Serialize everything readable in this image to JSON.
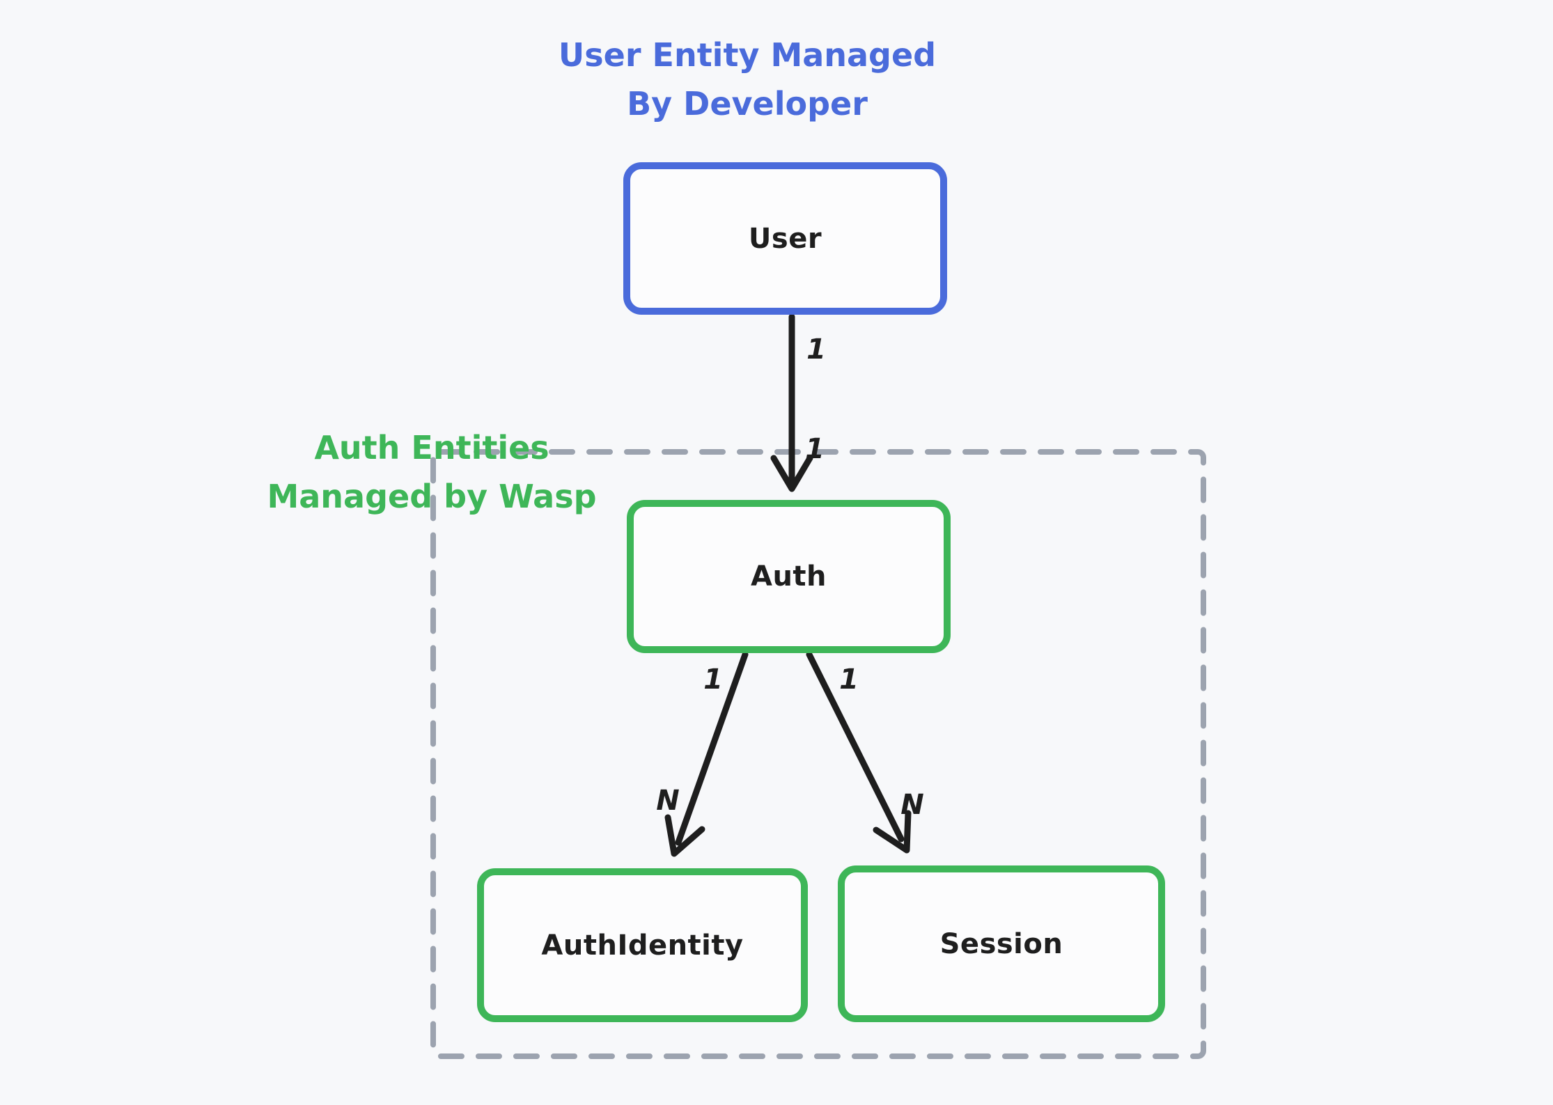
{
  "diagram": {
    "title": {
      "line1": "User Entity Managed",
      "line2": "By Developer"
    },
    "group_label": {
      "line1": "Auth Entities",
      "line2": "Managed by Wasp"
    },
    "nodes": [
      {
        "id": "user",
        "label": "User",
        "border_color": "#4a6bdb"
      },
      {
        "id": "auth",
        "label": "Auth",
        "border_color": "#3eb658"
      },
      {
        "id": "auth-identity",
        "label": "AuthIdentity",
        "border_color": "#3eb658"
      },
      {
        "id": "session",
        "label": "Session",
        "border_color": "#3eb658"
      }
    ],
    "edges": [
      {
        "from": "User",
        "to": "Auth",
        "source_label": "1",
        "target_label": "1"
      },
      {
        "from": "Auth",
        "to": "AuthIdentity",
        "source_label": "1",
        "target_label": "N"
      },
      {
        "from": "Auth",
        "to": "Session",
        "source_label": "1",
        "target_label": "N"
      }
    ],
    "colors": {
      "blue": "#4a6bdb",
      "green": "#3eb658",
      "dash_gray": "#9ca3af",
      "ink": "#1e1e1e",
      "background": "#f7f8fa"
    }
  }
}
